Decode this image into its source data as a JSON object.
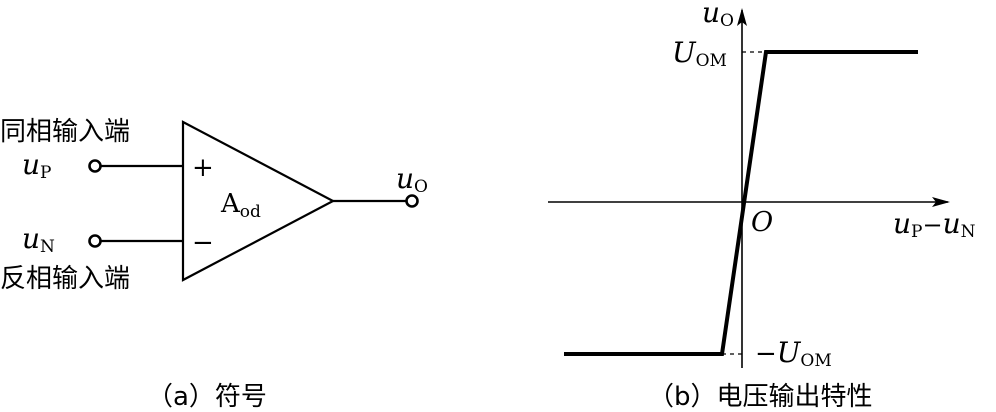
{
  "symbol": {
    "noninverting_label": "同相输入端",
    "inverting_label": "反相输入端",
    "input_p": {
      "var": "u",
      "sub": "P"
    },
    "input_n": {
      "var": "u",
      "sub": "N"
    },
    "plus_sign": "+",
    "minus_sign": "−",
    "gain": {
      "main": "A",
      "sub": "od"
    },
    "output": {
      "var": "u",
      "sub": "O"
    },
    "caption": "（a）符号"
  },
  "characteristic": {
    "y_axis": {
      "var": "u",
      "sub": "O"
    },
    "x_axis": {
      "var1": "u",
      "sub1": "P",
      "op": "−",
      "var2": "u",
      "sub2": "N"
    },
    "origin": "O",
    "positive_level": {
      "var": "U",
      "sub": "OM"
    },
    "negative_level": {
      "sign": "−",
      "var": "U",
      "sub": "OM"
    },
    "caption": "（b）电压输出特性"
  }
}
